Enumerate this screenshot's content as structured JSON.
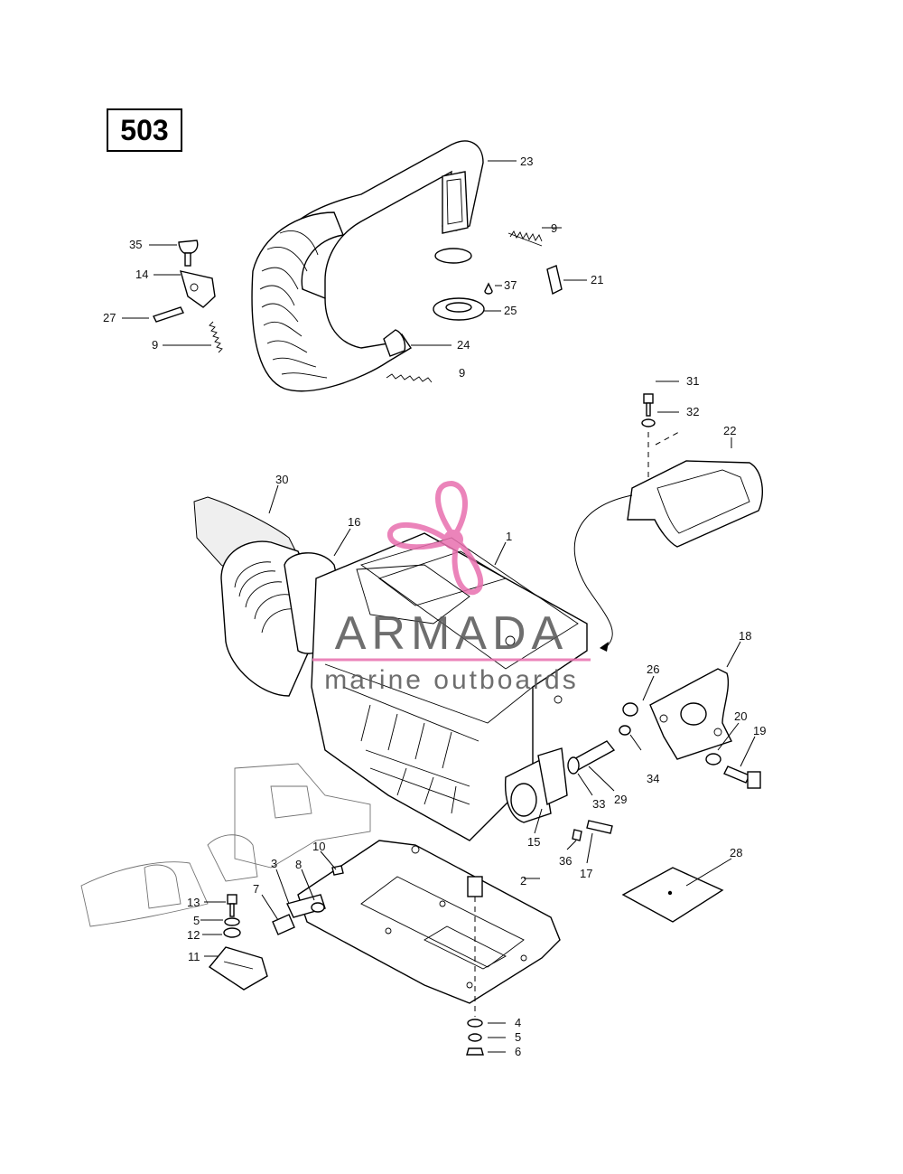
{
  "page_number": "503",
  "watermark": {
    "brand": "ARMADA",
    "tagline": "marine outboards",
    "accent_color": "#e86fae",
    "text_color": "#555555"
  },
  "callouts": {
    "c1": "1",
    "c2": "2",
    "c3": "3",
    "c4": "4",
    "c5a": "5",
    "c5b": "5",
    "c6": "6",
    "c7": "7",
    "c8": "8",
    "c9a": "9",
    "c9b": "9",
    "c9c": "9",
    "c10": "10",
    "c11": "11",
    "c12": "12",
    "c13": "13",
    "c14": "14",
    "c15": "15",
    "c16": "16",
    "c17": "17",
    "c18": "18",
    "c19": "19",
    "c20": "20",
    "c21": "21",
    "c22": "22",
    "c23": "23",
    "c24": "24",
    "c25": "25",
    "c26": "26",
    "c27": "27",
    "c28": "28",
    "c29": "29",
    "c30": "30",
    "c31": "31",
    "c32": "32",
    "c33": "33",
    "c34": "34",
    "c35": "35",
    "c36": "36",
    "c37": "37"
  }
}
